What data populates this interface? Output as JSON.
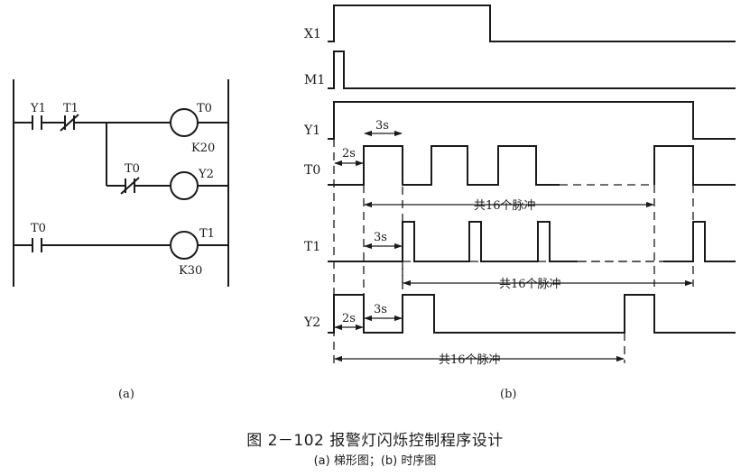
{
  "figure": {
    "caption_title": "图 2－102   报警灯闪烁控制程序设计",
    "caption_subtitle": "(a) 梯形图；(b) 时序图",
    "panel_a_label": "(a)",
    "panel_b_label": "(b)"
  },
  "ladder": {
    "rung1": {
      "contact1": "Y1",
      "contact2": "T1",
      "coil": "T0",
      "constant": "K20"
    },
    "rung2": {
      "contact": "T0",
      "coil": "Y2"
    },
    "rung3": {
      "contact": "T0",
      "coil": "T1",
      "constant": "K30"
    }
  },
  "timing": {
    "signals": [
      "X1",
      "M1",
      "Y1",
      "T0",
      "T1",
      "Y2"
    ],
    "dim_2s": "2s",
    "dim_3s": "3s",
    "pulse_count_label": "共16个脉冲"
  }
}
